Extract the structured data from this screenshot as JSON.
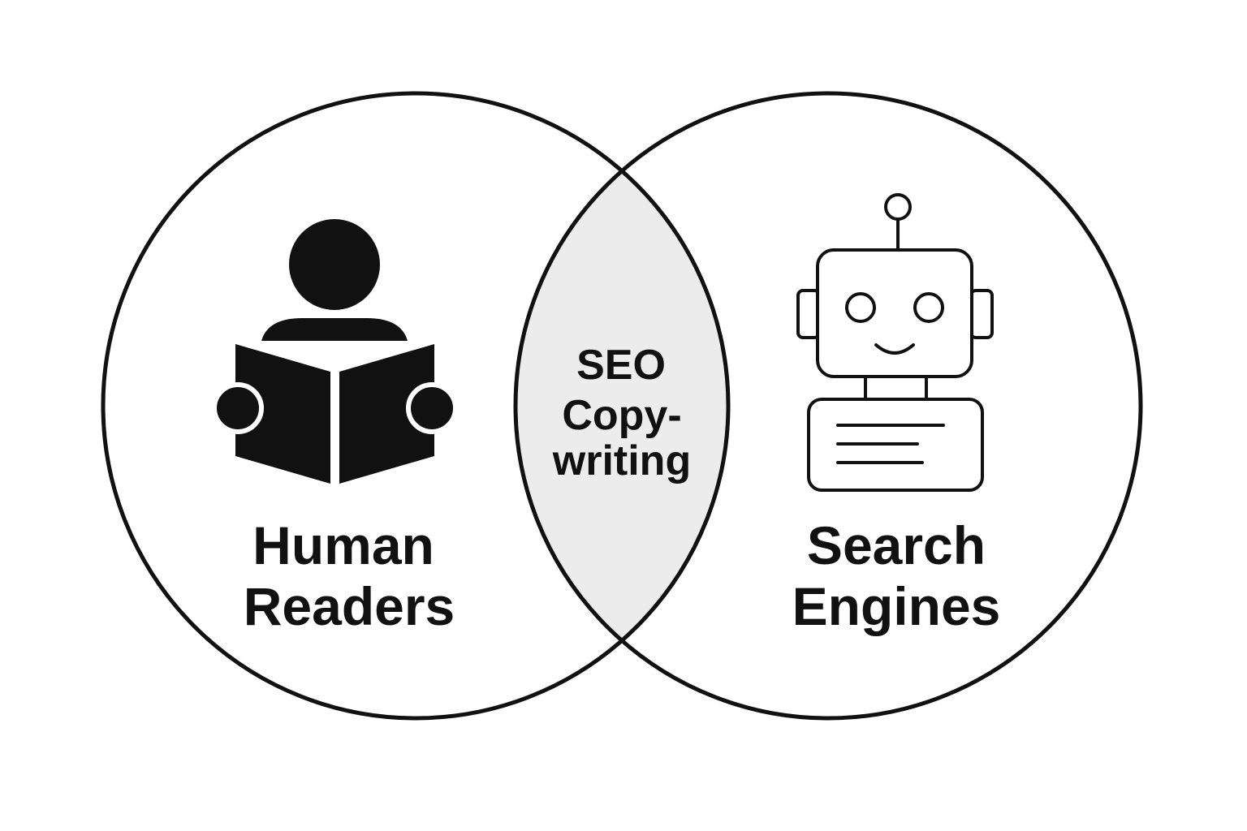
{
  "colors": {
    "background": "#ffffff",
    "stroke": "#111111",
    "overlap_fill": "#ececec"
  },
  "left_circle": {
    "icon": "person-reading-book-icon",
    "label_line1": "Human",
    "label_line2": "Readers"
  },
  "right_circle": {
    "icon": "robot-icon",
    "label_line1": "Search",
    "label_line2": "Engines"
  },
  "overlap": {
    "line1": "SEO",
    "line2": "Copy-",
    "line3": "writing"
  }
}
